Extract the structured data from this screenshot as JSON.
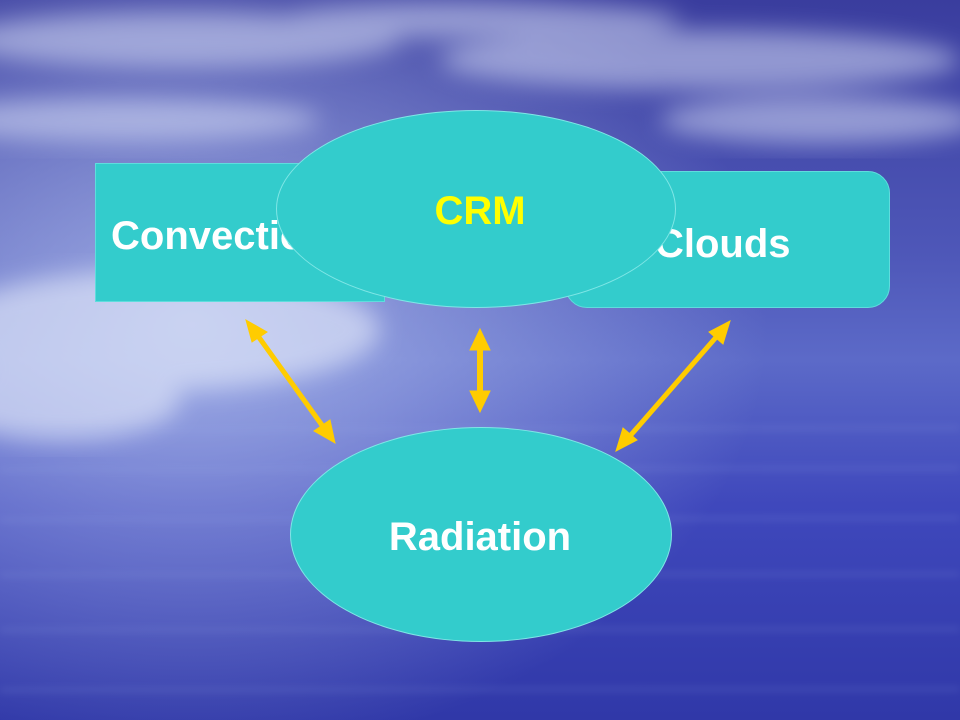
{
  "colors": {
    "node_fill": "#33CCCC",
    "node_text": "#FFFFFF",
    "highlight_text": "#FFFF00",
    "arrow": "#FFCC00",
    "sky_top": "#3C3FA6",
    "sea": "#3E46C0"
  },
  "nodes": {
    "convection": {
      "label": "Convection"
    },
    "clouds": {
      "label": "Clouds"
    },
    "crm": {
      "label": "CRM"
    },
    "radiation": {
      "label": "Radiation"
    }
  },
  "arrows": [
    {
      "name": "convection-radiation",
      "from": "Convection",
      "to": "Radiation",
      "style": "double-headed"
    },
    {
      "name": "crm-radiation",
      "from": "CRM",
      "to": "Radiation",
      "style": "double-headed"
    },
    {
      "name": "clouds-radiation",
      "from": "Clouds",
      "to": "Radiation",
      "style": "double-headed"
    }
  ]
}
